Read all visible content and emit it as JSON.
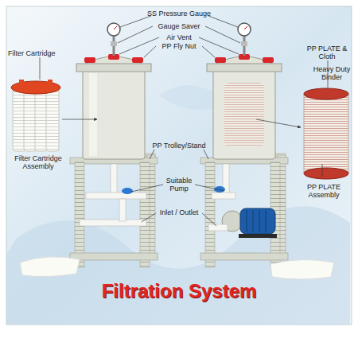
{
  "diagram": {
    "title": "Filtration System",
    "labels": [
      "SS Pressure Gauge",
      "Gauge Saver",
      "Air Vent",
      "PP Fly Nut",
      "Filter Cartridge",
      "Filter Cartridge Assembly",
      "PP Trolley/Stand",
      "Suitable Pump",
      "Inlet / Outlet",
      "PP PLATE & Cloth",
      "Heavy Duty Binder",
      "PP PLATE Assembly"
    ]
  }
}
